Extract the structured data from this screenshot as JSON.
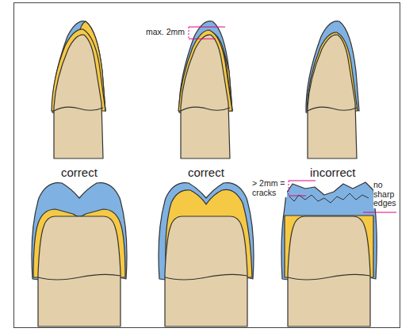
{
  "diagram": {
    "labels": [
      "max. 2mm",
      "correct",
      "correct",
      "incorrect",
      "> 2mm = cracks",
      "no sharp edges"
    ]
  }
}
